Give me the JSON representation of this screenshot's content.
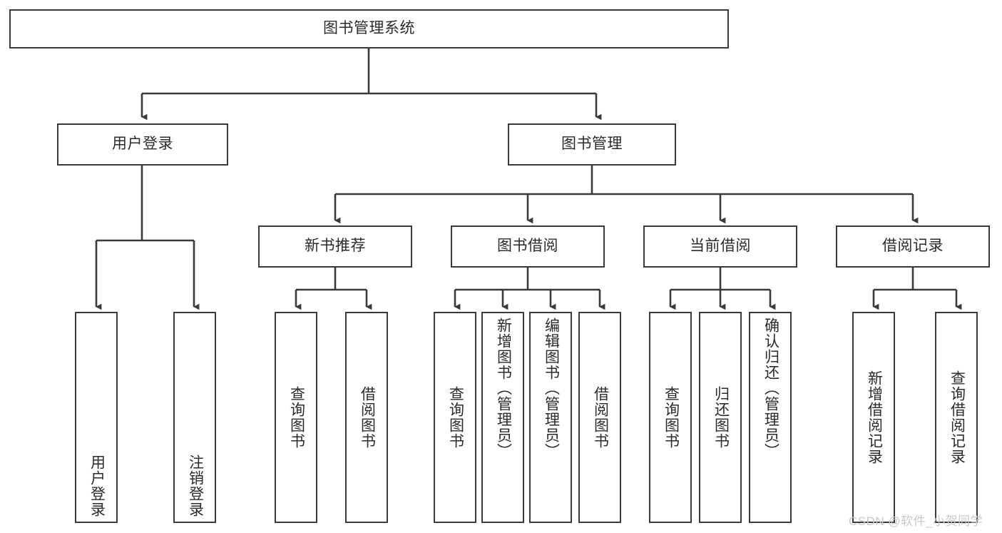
{
  "diagram": {
    "type": "tree-hierarchy",
    "title_node": {
      "label": "图书管理系统"
    },
    "level2": [
      {
        "label": "用户登录"
      },
      {
        "label": "图书管理"
      }
    ],
    "level3": [
      {
        "label": "新书推荐"
      },
      {
        "label": "图书借阅"
      },
      {
        "label": "当前借阅"
      },
      {
        "label": "借阅记录"
      }
    ],
    "leaves": {
      "user_login": [
        {
          "label": "用户登录"
        },
        {
          "label": "注销登录"
        }
      ],
      "new_book_recommend": [
        {
          "label": "查询图书"
        },
        {
          "label": "借阅图书"
        }
      ],
      "book_borrow": [
        {
          "label": "查询图书"
        },
        {
          "label": "新增图书（管理员）"
        },
        {
          "label": "编辑图书（管理员）"
        },
        {
          "label": "借阅图书"
        }
      ],
      "current_borrow": [
        {
          "label": "查询图书"
        },
        {
          "label": "归还图书"
        },
        {
          "label": "确认归还（管理员）"
        }
      ],
      "borrow_record": [
        {
          "label": "新增借阅记录"
        },
        {
          "label": "查询借阅记录"
        }
      ]
    },
    "watermark": "CSDN @软件_小贺同学",
    "colors": {
      "stroke": "#3a3a3a",
      "text": "#2b2b2b",
      "background": "#ffffff",
      "watermark": "#c9c9c9"
    }
  }
}
